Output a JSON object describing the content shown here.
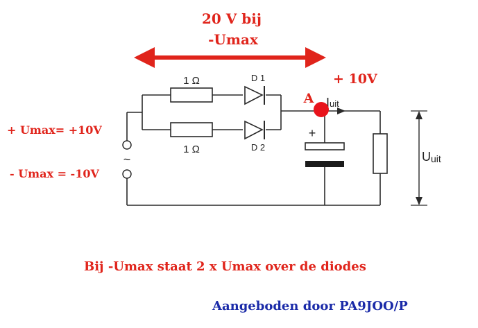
{
  "colors": {
    "annotation": "#e0241b",
    "credit": "#1a2aa8",
    "wire": "#2a2a2a"
  },
  "arrow_label": {
    "line1": "20 V bij",
    "line2": "-Umax"
  },
  "node_voltage": "+ 10V",
  "node_marker": "A",
  "components": {
    "resistor_top_label": "1 Ω",
    "resistor_bottom_label": "1 Ω",
    "diode_top_label": "D 1",
    "diode_bottom_label": "D 2",
    "capacitor_plus": "+",
    "current_symbol": "I",
    "current_subscript": "uit",
    "output_voltage_symbol": "U",
    "output_voltage_subscript": "uit",
    "source_symbol": "~"
  },
  "source_labels": {
    "positive": "+ Umax= +10V",
    "negative": "- Umax = -10V"
  },
  "statement": "Bij -Umax staat 2 x Umax over de diodes",
  "credit": "Aangeboden door PA9JOO/P",
  "icons": {
    "double_arrow": "double-headed-arrow-icon",
    "node": "red-dot-icon"
  }
}
